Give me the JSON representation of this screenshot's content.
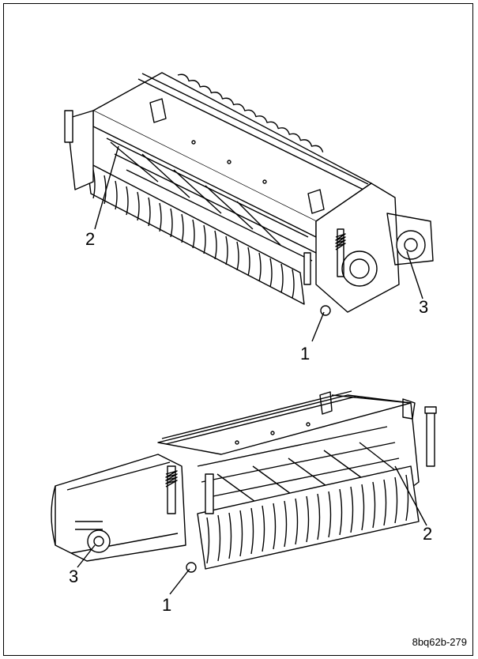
{
  "figure_id": "8bq62b-279",
  "views": [
    {
      "name": "top-view",
      "callouts": [
        {
          "label": "1"
        },
        {
          "label": "2"
        },
        {
          "label": "3"
        }
      ]
    },
    {
      "name": "bottom-view",
      "callouts": [
        {
          "label": "1"
        },
        {
          "label": "2"
        },
        {
          "label": "3"
        }
      ]
    }
  ],
  "colors": {
    "line": "#000000",
    "shade": "#d9d9d9",
    "background": "#ffffff"
  }
}
